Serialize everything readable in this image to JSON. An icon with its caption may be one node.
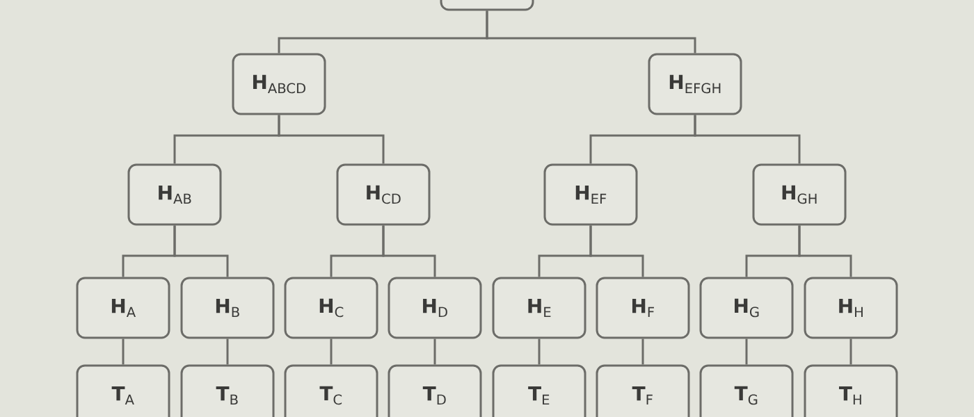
{
  "diagram": {
    "nodes": [
      {
        "text": [],
        "shape": "box"
      },
      {
        "text": [
          "**H**$_{ABCD}$"
        ]
      },
      {
        "text": [
          "**H**$_{EFGH}$"
        ]
      },
      {
        "text": [
          "**H**$_{AB}$"
        ]
      },
      {
        "text": [
          "**H**$_{CD}$"
        ]
      },
      {
        "text": [
          "**H**$_{EF}$"
        ]
      },
      {
        "text": [
          "**H**$_{GH}$"
        ]
      },
      {
        "text": [
          "**H**$_{A}$"
        ]
      },
      {
        "text": [
          "**H**$_{B}$"
        ]
      },
      {
        "text": [
          "**H**$_{C}$"
        ]
      },
      {
        "text": [
          "**H**$_{D}$"
        ]
      },
      {
        "text": [
          "**H**$_{E}$"
        ]
      },
      {
        "text": [
          "**H**$_{F}$"
        ]
      },
      {
        "text": [
          "**H**$_{G}$"
        ]
      },
      {
        "text": [
          "**H**$_{H}$"
        ]
      },
      {
        "text": [
          "**T**$_{A}$"
        ]
      },
      {
        "text": [
          "**T**$_{B}$"
        ]
      },
      {
        "text": [
          "**T**$_{C}$"
        ]
      },
      {
        "text": [
          "**T**$_{D}$"
        ]
      },
      {
        "text": [
          "**T**$_{E}$"
        ]
      },
      {
        "text": [
          "**T**$_{F}$"
        ]
      },
      {
        "text": [
          "**T**$_{G}$"
        ]
      },
      {
        "text": [
          "**T**$_{H}$"
        ]
      }
    ],
    "edges": [
      {
        "from": 0,
        "to": 1,
        "arrow": "none"
      },
      {
        "from": 0,
        "to": 2,
        "arrow": "none"
      },
      {
        "from": 1,
        "to": 3,
        "arrow": "none"
      },
      {
        "from": 1,
        "to": 4,
        "arrow": "none"
      },
      {
        "from": 2,
        "to": 5,
        "arrow": "none"
      },
      {
        "from": 2,
        "to": 6,
        "arrow": "none"
      },
      {
        "from": 3,
        "to": 7,
        "arrow": "none"
      },
      {
        "from": 3,
        "to": 8,
        "arrow": "none"
      },
      {
        "from": 4,
        "to": 9,
        "arrow": "none"
      },
      {
        "from": 4,
        "to": 10,
        "arrow": "none"
      },
      {
        "from": 5,
        "to": 11,
        "arrow": "none"
      },
      {
        "from": 5,
        "to": 12,
        "arrow": "none"
      },
      {
        "from": 6,
        "to": 13,
        "arrow": "none"
      },
      {
        "from": 6,
        "to": 14,
        "arrow": "none"
      },
      {
        "from": 7,
        "to": 15,
        "arrow": "none"
      },
      {
        "from": 8,
        "to": 16,
        "arrow": "none"
      },
      {
        "from": 9,
        "to": 17,
        "arrow": "none"
      },
      {
        "from": 10,
        "to": 18,
        "arrow": "none"
      },
      {
        "from": 11,
        "to": 19,
        "arrow": "none"
      },
      {
        "from": 12,
        "to": 20,
        "arrow": "none"
      },
      {
        "from": 13,
        "to": 21,
        "arrow": "none"
      },
      {
        "from": 14,
        "to": 22,
        "arrow": "none"
      }
    ]
  }
}
